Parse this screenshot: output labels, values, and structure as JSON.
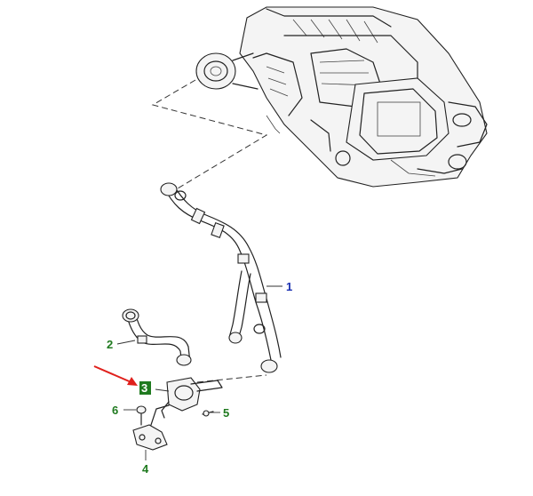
{
  "callouts": {
    "c1": {
      "label": "1",
      "color": "#1a2fb0"
    },
    "c2": {
      "label": "2",
      "color": "#1f7a1f"
    },
    "c3": {
      "label": "3",
      "color": "#1f7a1f"
    },
    "c4": {
      "label": "4",
      "color": "#1f7a1f"
    },
    "c5": {
      "label": "5",
      "color": "#1f7a1f"
    },
    "c6": {
      "label": "6",
      "color": "#1f7a1f"
    }
  },
  "highlight_arrow_color": "#e0201c",
  "highlight_box_color": "#1f7a1f"
}
